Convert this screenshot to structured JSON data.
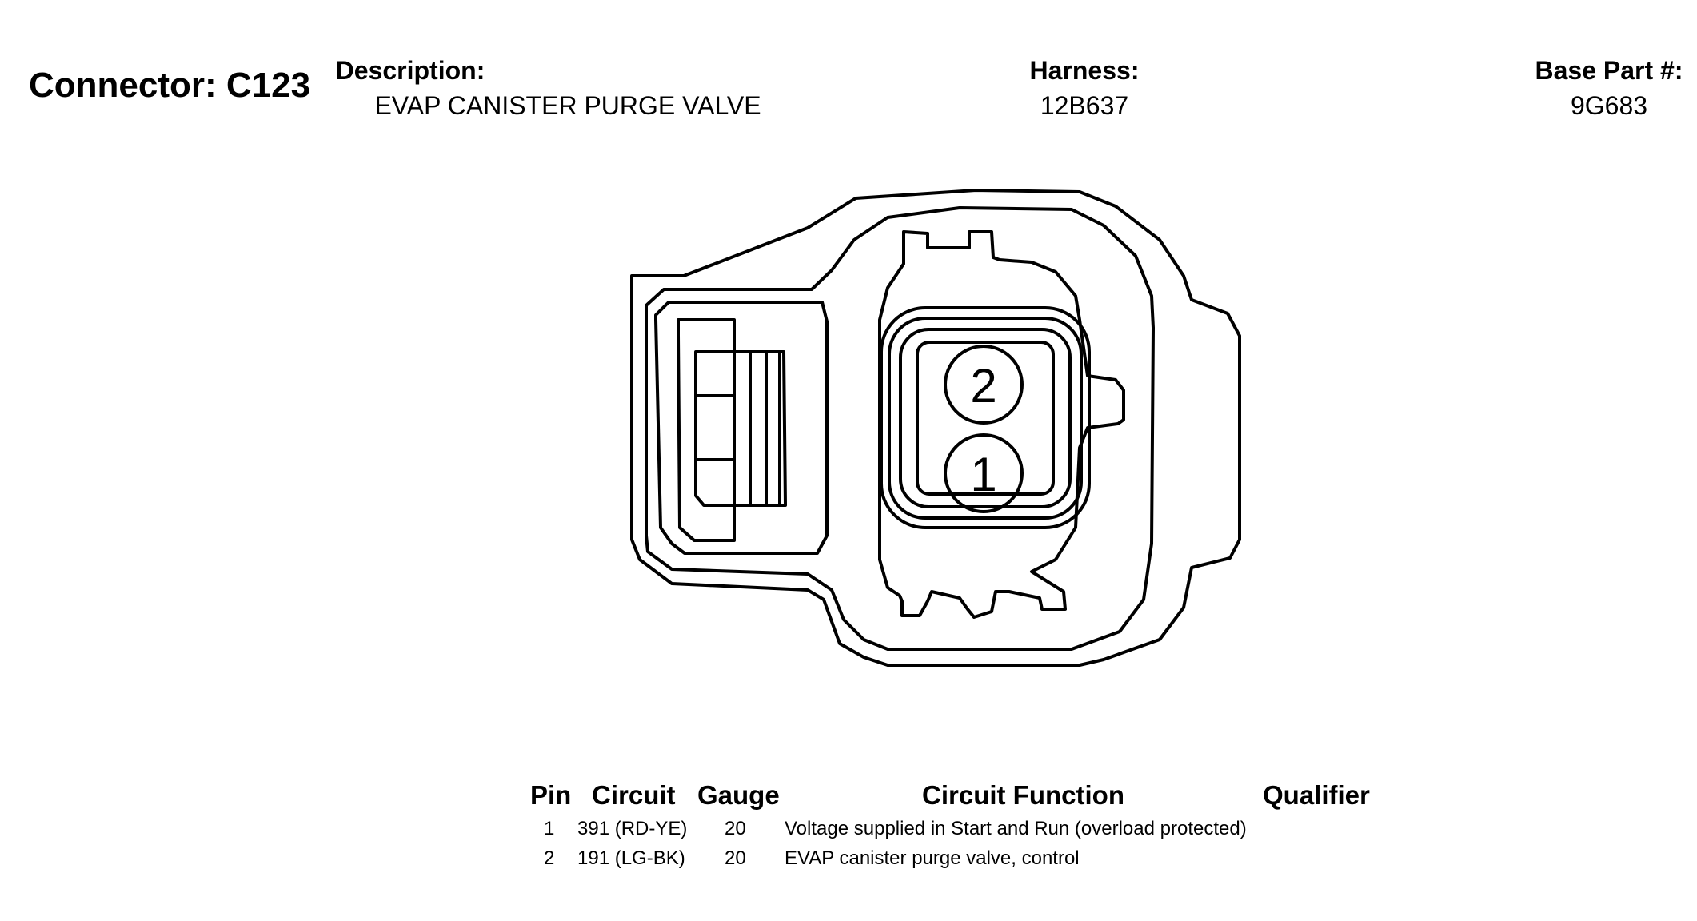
{
  "header": {
    "connector_label": "Connector: C123",
    "description_label": "Description:",
    "description_value": "EVAP CANISTER PURGE VALVE",
    "harness_label": "Harness:",
    "harness_value": "12B637",
    "base_part_label": "Base Part #:",
    "base_part_value": "9G683"
  },
  "connector": {
    "pin_labels": [
      "2",
      "1"
    ]
  },
  "table": {
    "columns": [
      "Pin",
      "Circuit",
      "Gauge",
      "Circuit Function",
      "Qualifier"
    ],
    "rows": [
      {
        "pin": "1",
        "circuit": "391 (RD-YE)",
        "gauge": "20",
        "function": "Voltage supplied in Start and Run (overload protected)",
        "qualifier": ""
      },
      {
        "pin": "2",
        "circuit": "191 (LG-BK)",
        "gauge": "20",
        "function": "EVAP canister purge valve, control",
        "qualifier": ""
      }
    ]
  }
}
